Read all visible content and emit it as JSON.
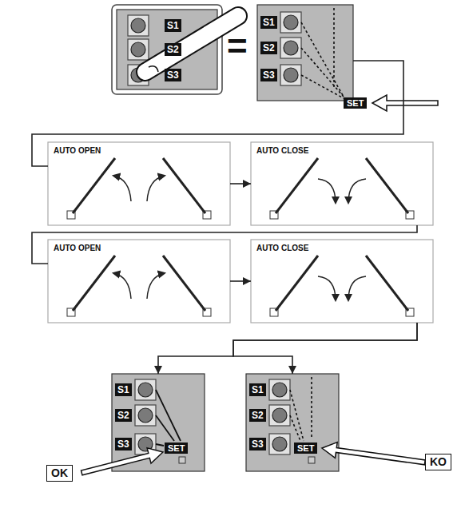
{
  "diagram": {
    "nodes": [
      {
        "text": [
          "S1",
          "S2",
          "S3"
        ]
      },
      {
        "text": [
          "S1",
          "S2",
          "S3",
          "SET"
        ]
      },
      {
        "text": [
          "AUTO OPEN"
        ]
      },
      {
        "text": [
          "AUTO CLOSE"
        ]
      },
      {
        "text": [
          "AUTO OPEN"
        ]
      },
      {
        "text": [
          "AUTO CLOSE"
        ]
      },
      {
        "text": [
          "S1",
          "S2",
          "S3",
          "SET"
        ]
      },
      {
        "text": [
          "S1",
          "S2",
          "S3",
          "SET"
        ]
      }
    ],
    "edges": [
      {
        "from": 1,
        "to": 2,
        "arrow": "none"
      },
      {
        "from": 2,
        "to": 3,
        "arrow": "to"
      },
      {
        "from": 3,
        "to": 4,
        "arrow": "none"
      },
      {
        "from": 4,
        "to": 5,
        "arrow": "to"
      },
      {
        "from": 5,
        "to": 6,
        "arrow": "to"
      },
      {
        "from": 5,
        "to": 7,
        "arrow": "to"
      }
    ],
    "labels": [
      "=",
      "OK",
      "KO"
    ]
  }
}
